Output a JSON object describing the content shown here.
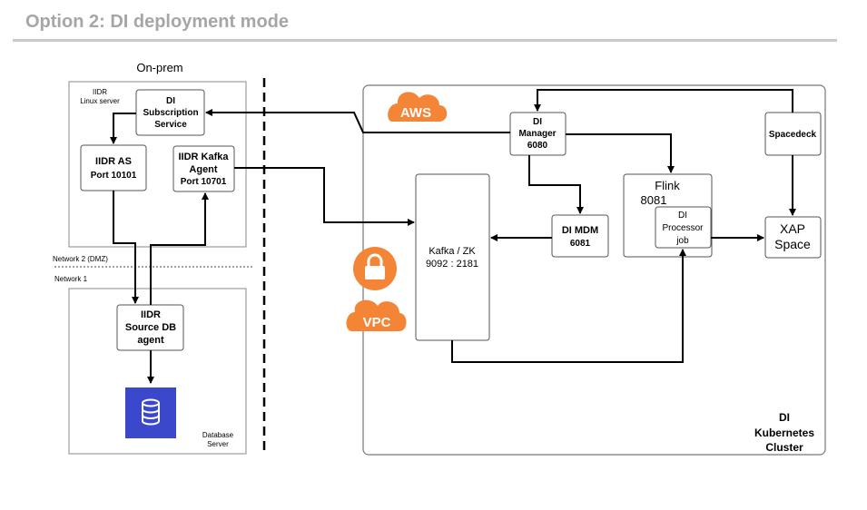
{
  "title": "Option 2: DI deployment mode",
  "onprem": {
    "label": "On-prem",
    "linux_server": [
      "IIDR",
      "Linux server"
    ],
    "network2": "Network 2 (DMZ)",
    "network1": "Network 1",
    "db_server": [
      "Database",
      "Server"
    ]
  },
  "nodes": {
    "di_sub": [
      "DI",
      "Subscription",
      "Service"
    ],
    "iidr_as": [
      "IIDR AS",
      "Port 10101"
    ],
    "kafka_agent": [
      "IIDR Kafka",
      "Agent",
      "Port 10701"
    ],
    "source_db": [
      "IIDR",
      "Source DB",
      "agent"
    ],
    "di_manager": [
      "DI",
      "Manager",
      "6080"
    ],
    "spacedeck": "Spacedeck",
    "flink": [
      "Flink",
      "8081"
    ],
    "di_processor": [
      "DI",
      "Processor",
      "job"
    ],
    "xap": [
      "XAP",
      "Space"
    ],
    "di_mdm": [
      "DI MDM",
      "6081"
    ],
    "kafka_zk": [
      "Kafka / ZK",
      "9092 : 2181"
    ]
  },
  "cloud": {
    "aws": "AWS",
    "vpc": "VPC",
    "cluster": [
      "DI",
      "Kubernetes",
      "Cluster"
    ]
  },
  "icons": {
    "database": "database-icon",
    "lock": "lock-icon",
    "aws_badge": "aws-cloud-icon",
    "vpc_badge": "vpc-cloud-icon"
  },
  "colors": {
    "aws_orange": "#f58536",
    "db_blue": "#3b48cc",
    "title_gray": "#a6a6a6"
  }
}
